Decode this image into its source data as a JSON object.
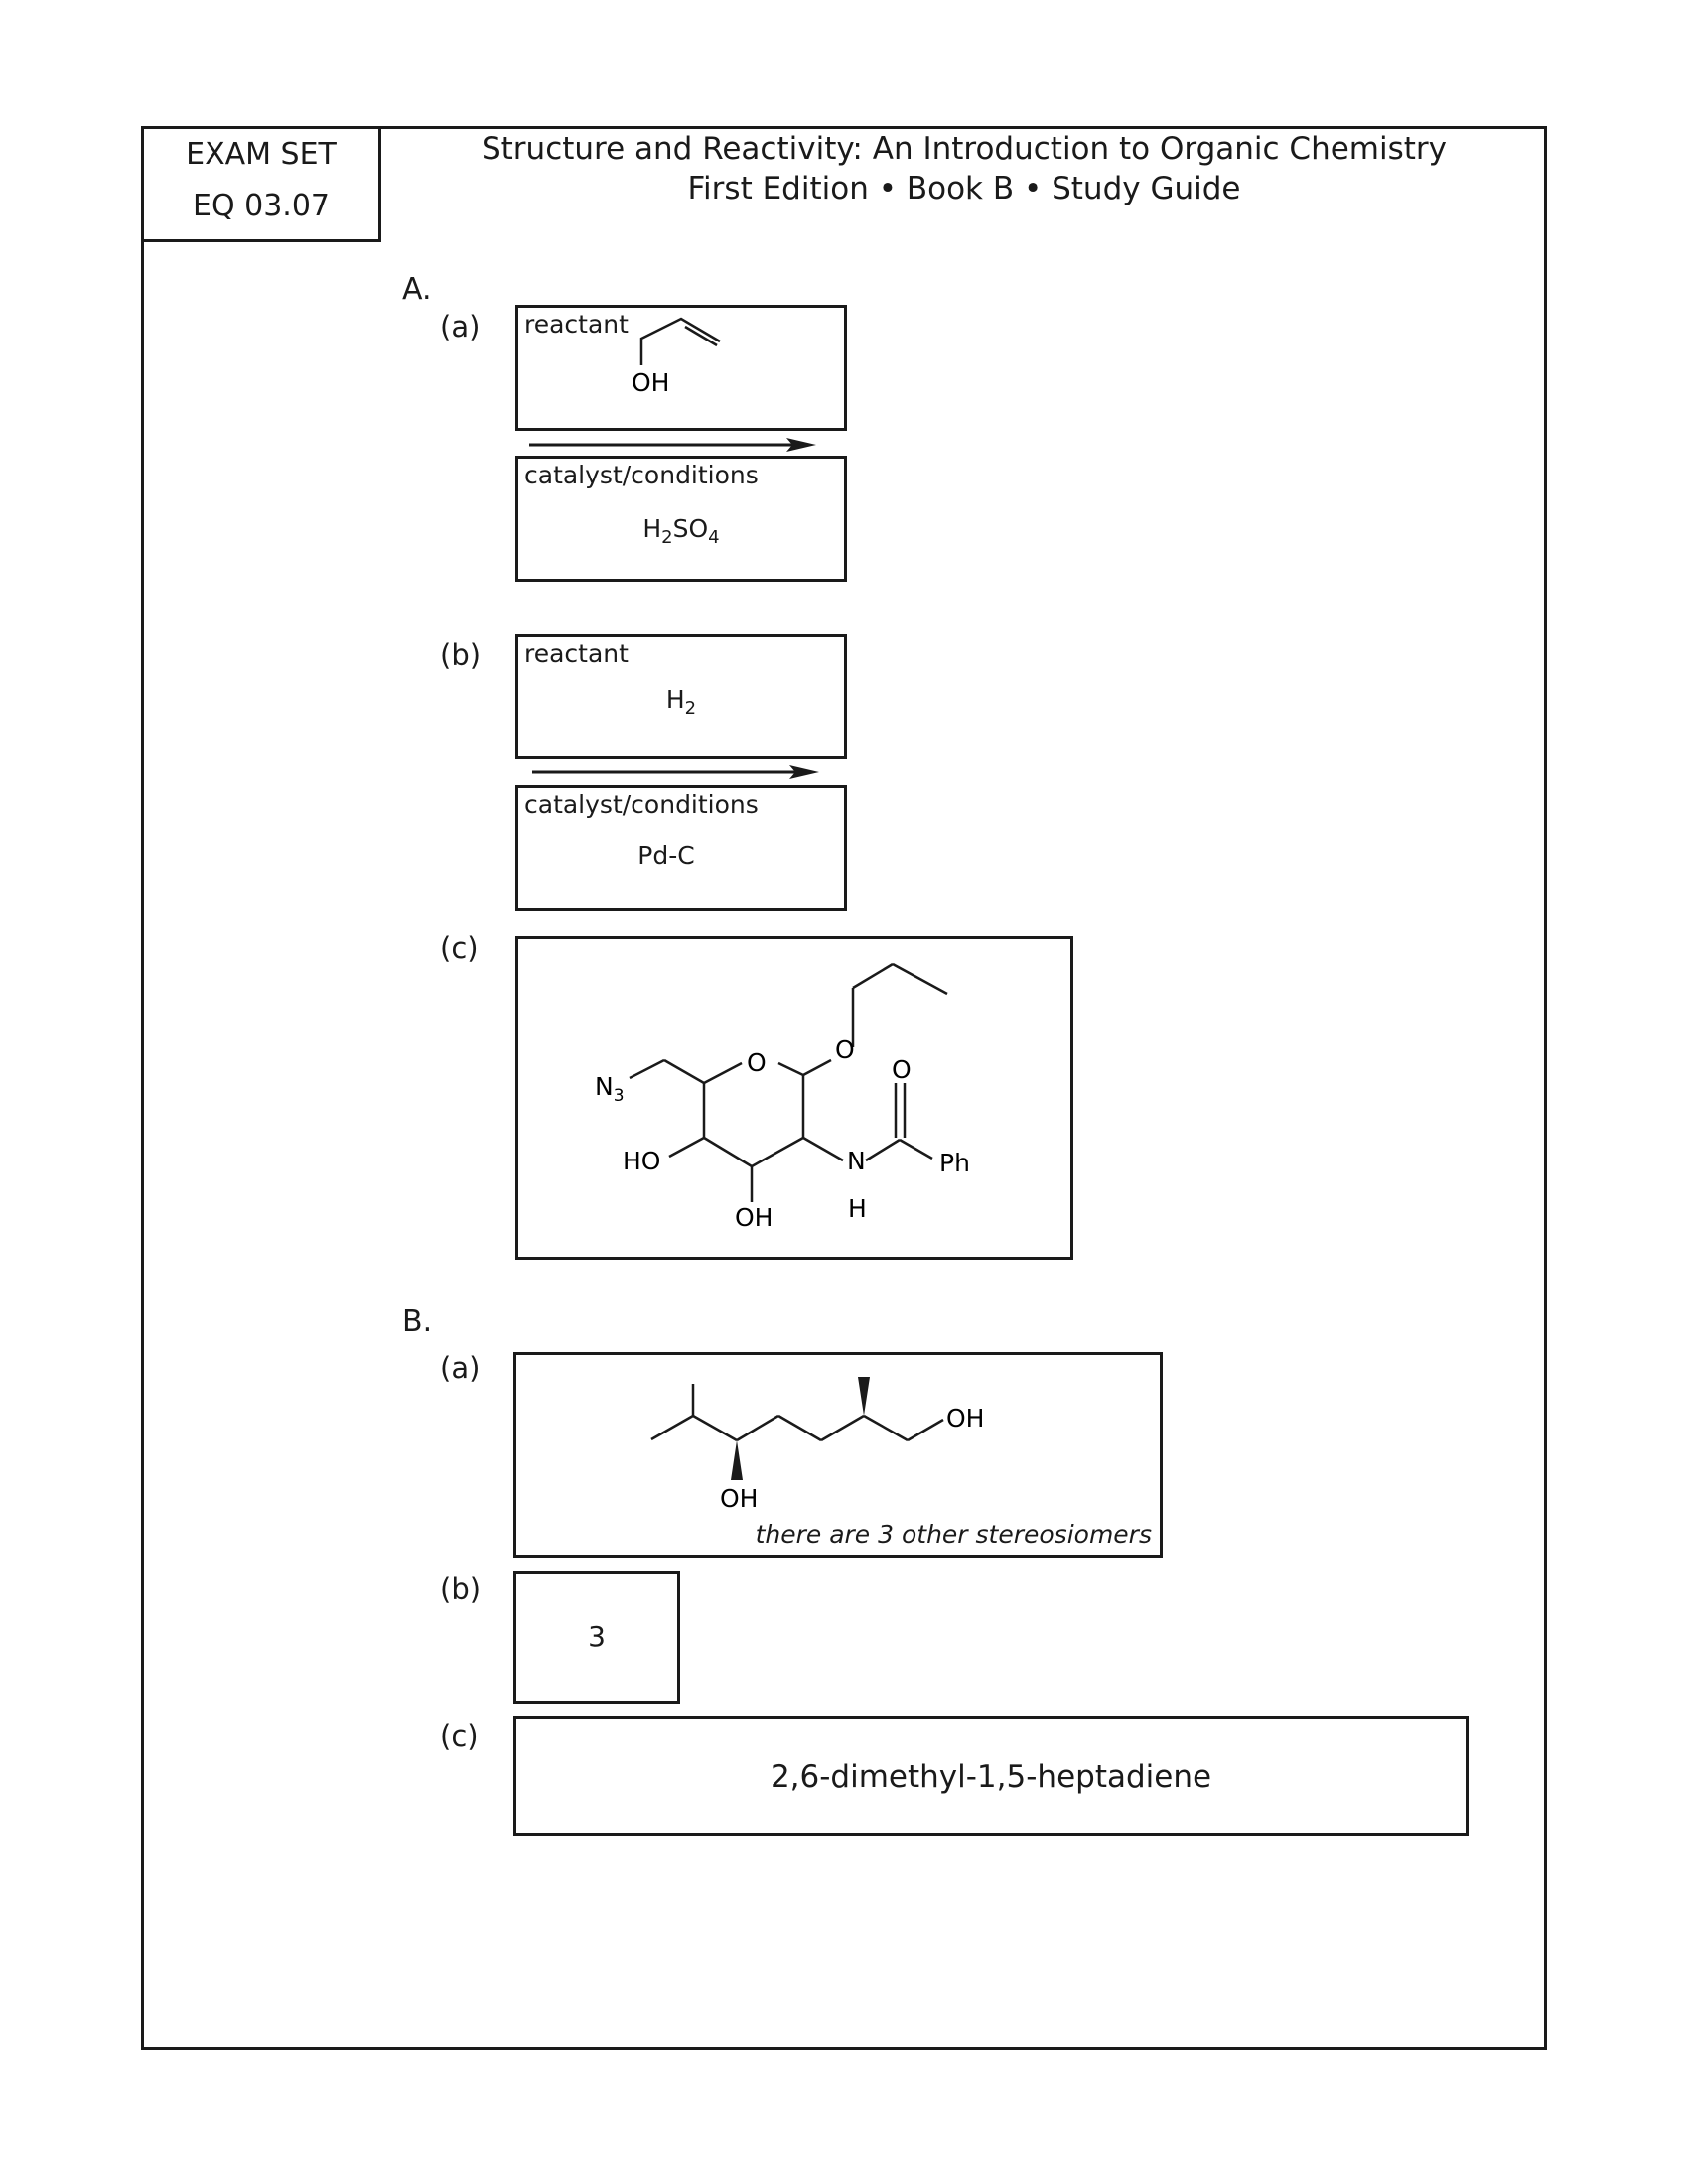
{
  "tag": {
    "line1": "EXAM SET",
    "line2": "EQ 03.07"
  },
  "header": {
    "line1": "Structure and Reactivity: An Introduction to Organic Chemistry",
    "line2": "First Edition • Book B • Study Guide"
  },
  "sectionA": {
    "label": "A.",
    "a": {
      "label": "(a)",
      "reactant_label": "reactant",
      "reactant_group": "OH",
      "conditions_label": "catalyst/conditions",
      "conditions": {
        "h": "H",
        "s1": "2",
        "mid": "SO",
        "s2": "4"
      }
    },
    "b": {
      "label": "(b)",
      "reactant_label": "reactant",
      "reactant": {
        "h": "H",
        "s1": "2"
      },
      "conditions_label": "catalyst/conditions",
      "conditions": "Pd-C"
    },
    "c": {
      "label": "(c)",
      "atoms": {
        "ring_o": "O",
        "ether_o": "O",
        "carbonyl_o": "O",
        "n3": "N",
        "n3_sub": "3",
        "ho": "HO",
        "oh": "OH",
        "n": "N",
        "h": "H",
        "ph": "Ph"
      }
    }
  },
  "sectionB": {
    "label": "B.",
    "a": {
      "label": "(a)",
      "oh_top": "OH",
      "oh_bottom": "OH",
      "note": "there are 3 other stereosiomers"
    },
    "b": {
      "label": "(b)",
      "answer": "3"
    },
    "c": {
      "label": "(c)",
      "answer": "2,6-dimethyl-1,5-heptadiene"
    }
  }
}
